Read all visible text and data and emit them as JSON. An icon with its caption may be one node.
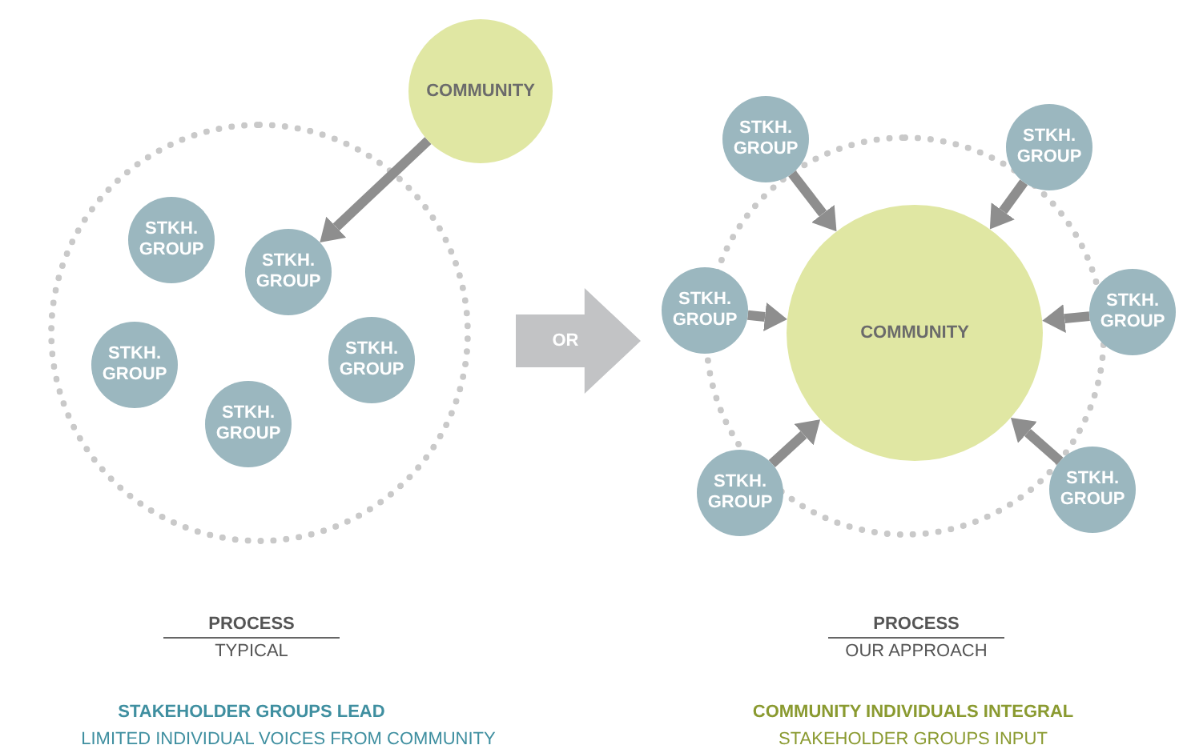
{
  "diagram": {
    "nodes": [
      {
        "text": [],
        "shape": "circle"
      },
      {
        "text": [
          "COMMUNITY"
        ]
      },
      {
        "text": [
          "STKH. GROUP"
        ],
        "in": 0
      },
      {
        "text": [
          "STKH. GROUP"
        ],
        "in": 0
      },
      {
        "text": [
          "STKH. GROUP"
        ],
        "in": 0
      },
      {
        "text": [
          "STKH. GROUP"
        ],
        "in": 0
      },
      {
        "text": [
          "STKH. GROUP"
        ],
        "in": 0
      },
      {
        "text": [
          "OR"
        ]
      },
      {
        "text": [],
        "shape": "circle"
      },
      {
        "text": [
          "COMMUNITY"
        ],
        "in": 8
      },
      {
        "text": [
          "STKH. GROUP"
        ]
      },
      {
        "text": [
          "STKH. GROUP"
        ]
      },
      {
        "text": [
          "STKH. GROUP"
        ]
      },
      {
        "text": [
          "STKH. GROUP"
        ]
      },
      {
        "text": [
          "STKH. GROUP"
        ]
      },
      {
        "text": [
          "STKH. GROUP"
        ]
      }
    ],
    "edges": [
      {
        "from": 1,
        "to": 3,
        "arrow": "to"
      },
      {
        "from": 10,
        "to": 9,
        "arrow": "to"
      },
      {
        "from": 11,
        "to": 9,
        "arrow": "to"
      },
      {
        "from": 12,
        "to": 9,
        "arrow": "to"
      },
      {
        "from": 13,
        "to": 9,
        "arrow": "to"
      },
      {
        "from": 14,
        "to": 9,
        "arrow": "to"
      },
      {
        "from": 15,
        "to": 9,
        "arrow": "to"
      }
    ],
    "labels": [
      "PROCESS",
      "TYPICAL",
      "PROCESS",
      "OUR APPROACH",
      "STAKEHOLDER GROUPS LEAD",
      "LIMITED INDIVIDUAL VOICES FROM COMMUNITY",
      "COMMUNITY INDIVIDUALS INTEGRAL",
      "STAKEHOLDER GROUPS INPUT"
    ]
  }
}
